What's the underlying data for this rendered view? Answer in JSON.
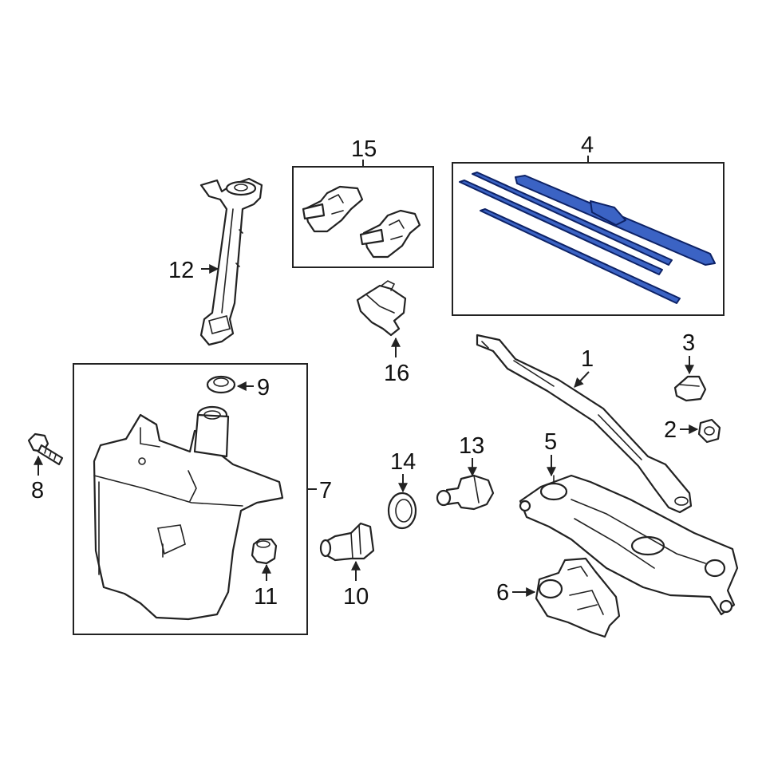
{
  "callouts": {
    "c1": "1",
    "c2": "2",
    "c3": "3",
    "c4": "4",
    "c5": "5",
    "c6": "6",
    "c7": "7",
    "c8": "8",
    "c9": "9",
    "c10": "10",
    "c11": "11",
    "c12": "12",
    "c13": "13",
    "c14": "14",
    "c15": "15",
    "c16": "16"
  },
  "colors": {
    "highlight_fill": "#3b63c4",
    "highlight_stroke": "#0d2266",
    "line": "#222222",
    "background": "#ffffff"
  },
  "highlighted_part": "4"
}
